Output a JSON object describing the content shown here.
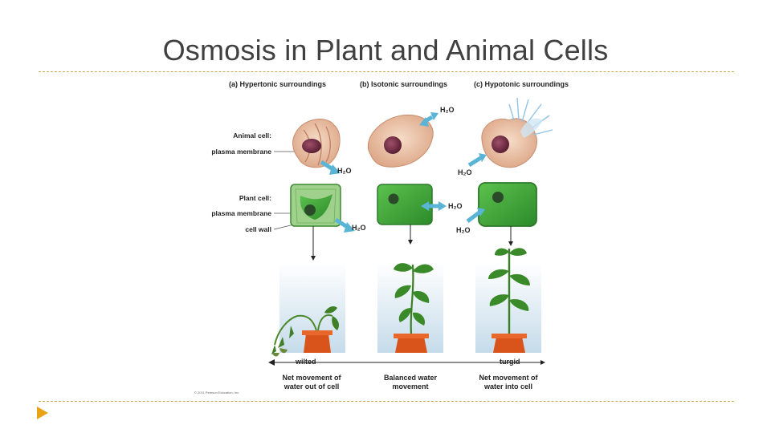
{
  "slide": {
    "title": "Osmosis in Plant and Animal Cells"
  },
  "figure": {
    "columns": {
      "a": "(a)  Hypertonic surroundings",
      "b": "(b)  Isotonic surroundings",
      "c": "(c)  Hypotonic surroundings"
    },
    "labels": {
      "animal_cell": "Animal cell:",
      "animal_membrane": "plasma membrane",
      "plant_cell": "Plant cell:",
      "plant_membrane": "plasma membrane",
      "cell_wall": "cell wall"
    },
    "water": "H₂O",
    "states": {
      "wilted": "wilted",
      "turgid": "turgid"
    },
    "movement": {
      "out_line1": "Net movement of",
      "out_line2": "water out of cell",
      "balanced_line1": "Balanced water",
      "balanced_line2": "movement",
      "in_line1": "Net movement of",
      "in_line2": "water into cell"
    },
    "copyright": "© 2011 Pearson Education, Inc."
  },
  "colors": {
    "accent_rule": "#c9a64a",
    "bullet": "#e8a317",
    "arrow_water": "#5ab4d6",
    "plant_green": "#3fa535",
    "pot": "#d9541a",
    "sky": "#cfe0ec"
  }
}
